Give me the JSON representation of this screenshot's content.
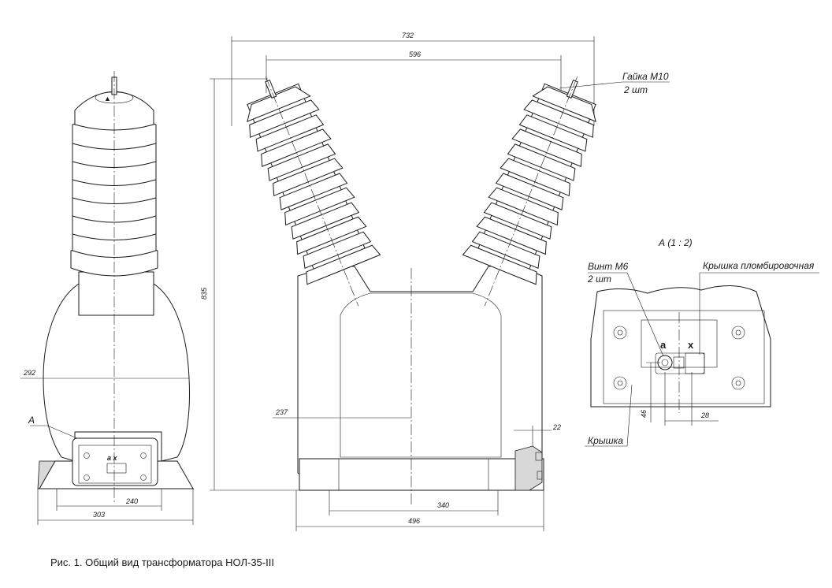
{
  "caption": "Рис. 1. Общий вид трансформатора НОЛ-35-III",
  "dimensions": {
    "top_outer": "732",
    "top_inner": "596",
    "height": "835",
    "side_width": "292",
    "base_303": "303",
    "base_240": "240",
    "half_237": "237",
    "bolt_340": "340",
    "base_496": "496",
    "flange_22": "22",
    "detail_28": "28",
    "detail_46": "46"
  },
  "labels": {
    "nut": "Гайка М10",
    "nut_count": "2 шт",
    "view_a": "А",
    "view_a_detail": "А  (1 : 2)",
    "screw": "Винт М6",
    "screw_count": "2 шт",
    "seal_cover": "Крышка пломбировочная",
    "cover": "Крышка",
    "terminal_a": "a",
    "terminal_x": "x"
  }
}
